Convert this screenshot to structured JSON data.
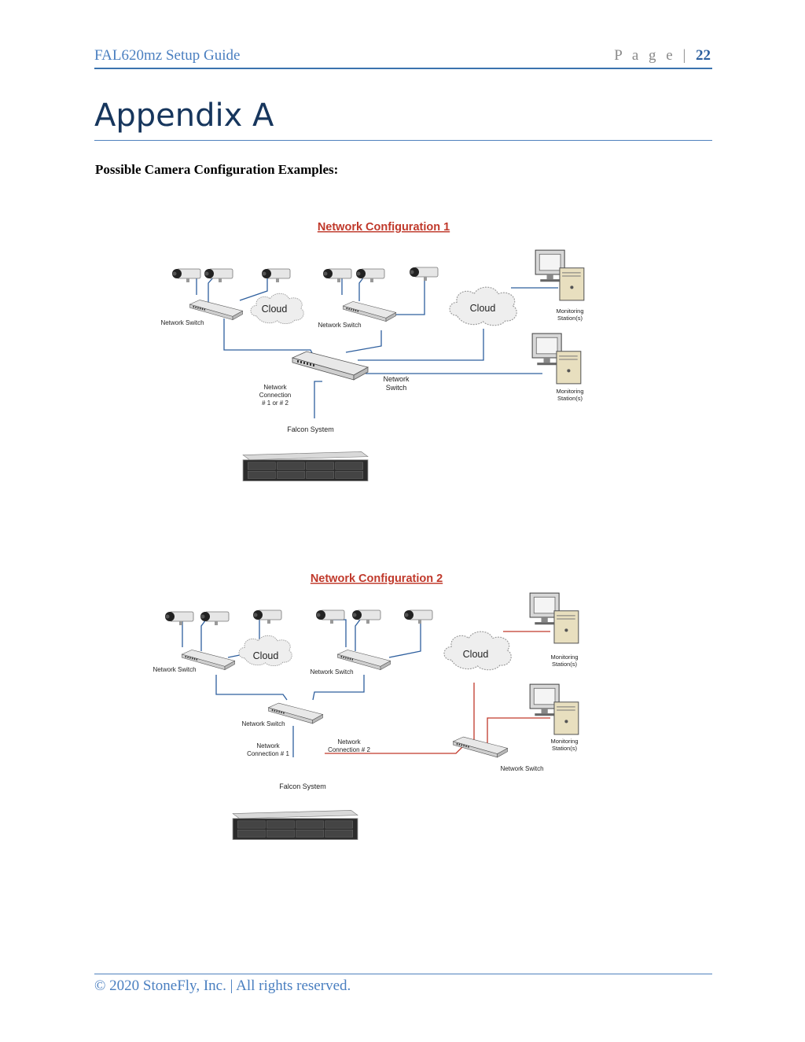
{
  "header": {
    "doc_title": "FAL620mz Setup Guide",
    "page_label": "P a g e",
    "separator": "|",
    "page_number": "22"
  },
  "heading": "Appendix A",
  "subheading": "Possible Camera Configuration Examples:",
  "figure1": {
    "title": "Network Configuration 1",
    "cloud_left": "Cloud",
    "cloud_right": "Cloud",
    "switch_left": "Network Switch",
    "switch_mid": "Network Switch",
    "main_switch_line1": "Network",
    "main_switch_line2": "Switch",
    "conn_line1": "Network",
    "conn_line2": "Connection",
    "conn_line3": "# 1 or # 2",
    "station1_line1": "Monitoring",
    "station1_line2": "Station(s)",
    "station2_line1": "Monitoring",
    "station2_line2": "Station(s)",
    "falcon": "Falcon System"
  },
  "figure2": {
    "title": "Network Configuration 2",
    "cloud_left": "Cloud",
    "cloud_right": "Cloud",
    "switch_left": "Network Switch",
    "switch_mid": "Network Switch",
    "switch_center": "Network Switch",
    "switch_right": "Network Switch",
    "conn1_line1": "Network",
    "conn1_line2": "Connection # 1",
    "conn2_line1": "Network",
    "conn2_line2": "Connection # 2",
    "station1_line1": "Monitoring",
    "station1_line2": "Station(s)",
    "station2_line1": "Monitoring",
    "station2_line2": "Station(s)",
    "falcon": "Falcon System"
  },
  "footer": "© 2020 StoneFly, Inc. | All rights reserved."
}
